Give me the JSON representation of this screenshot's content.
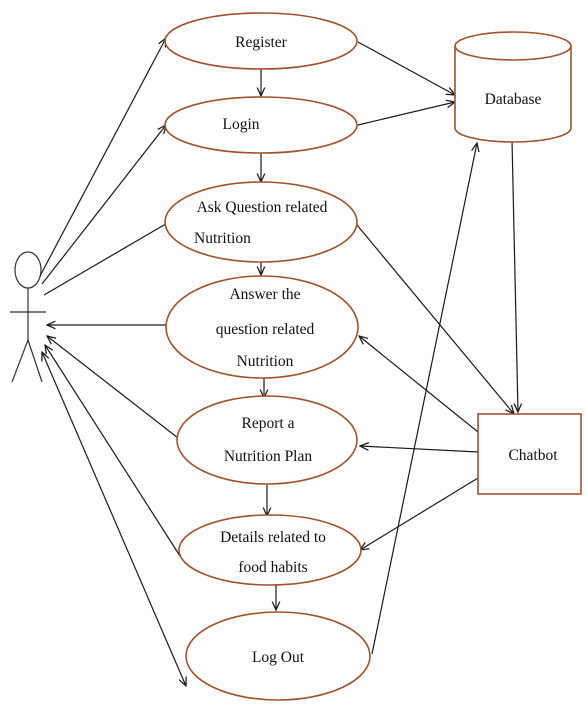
{
  "use_cases": {
    "register": [
      "Register"
    ],
    "login": [
      "Login"
    ],
    "ask": [
      "Ask Question related",
      "Nutrition"
    ],
    "answer": [
      "Answer  the",
      "question related",
      "Nutrition"
    ],
    "report": [
      "Report a",
      "Nutrition Plan"
    ],
    "details": [
      "Details related to",
      "food habits"
    ],
    "logout": [
      "Log Out"
    ]
  },
  "database": {
    "label": "Database"
  },
  "chatbot": {
    "label": "Chatbot"
  },
  "colors": {
    "border": "#a0522d",
    "line": "#1a1a1a",
    "text": "#111111"
  },
  "icons": {
    "actor": "stick-figure-icon",
    "database": "cylinder-icon"
  }
}
